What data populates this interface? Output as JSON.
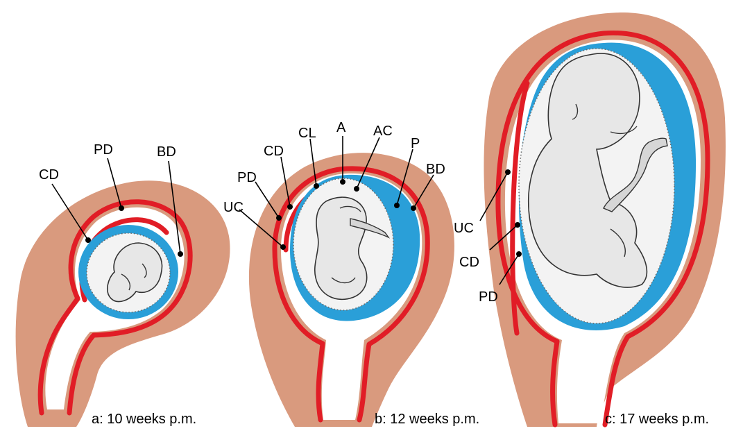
{
  "panels": [
    {
      "caption": "a: 10 weeks p.m.",
      "labels": {
        "CD": "CD",
        "PD": "PD",
        "BD": "BD"
      }
    },
    {
      "caption": "b: 12 weeks p.m.",
      "labels": {
        "CL": "CL",
        "A": "A",
        "AC": "AC",
        "P": "P",
        "BD": "BD",
        "CD": "CD",
        "PD": "PD",
        "UC": "UC"
      }
    },
    {
      "caption": "c: 17 weeks p.m.",
      "labels": {
        "UC": "UC",
        "CD": "CD",
        "PD": "PD"
      }
    }
  ],
  "colors": {
    "uterine_wall": "#d99a7e",
    "decidua": "#e11d26",
    "amniotic_fluid": "#2a9fd8",
    "background": "#ffffff"
  }
}
